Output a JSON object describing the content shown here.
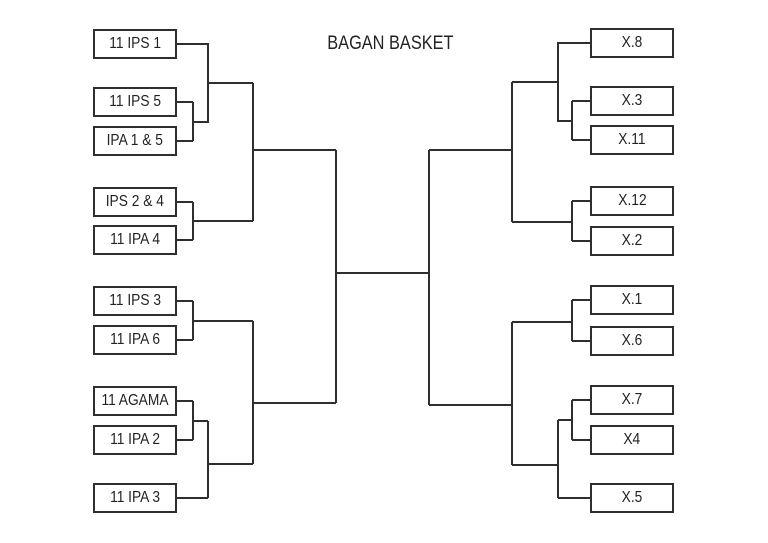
{
  "title": "BAGAN BASKET",
  "bracket": {
    "left_teams": [
      "11 IPS 1",
      "11 IPS 5",
      "IPA 1 & 5",
      "IPS 2 & 4",
      "11 IPA 4",
      "11 IPS 3",
      "11 IPA 6",
      "11 AGAMA",
      "11 IPA 2",
      "11 IPA 3"
    ],
    "right_teams": [
      "X.8",
      "X.3",
      "X.11",
      "X.12",
      "X.2",
      "X.1",
      "X.6",
      "X.7",
      "X4",
      "X.5"
    ]
  },
  "colors": {
    "line": "#2f2f2f",
    "box_border": "#2f2f2f",
    "text": "#222222",
    "background": "#ffffff"
  }
}
